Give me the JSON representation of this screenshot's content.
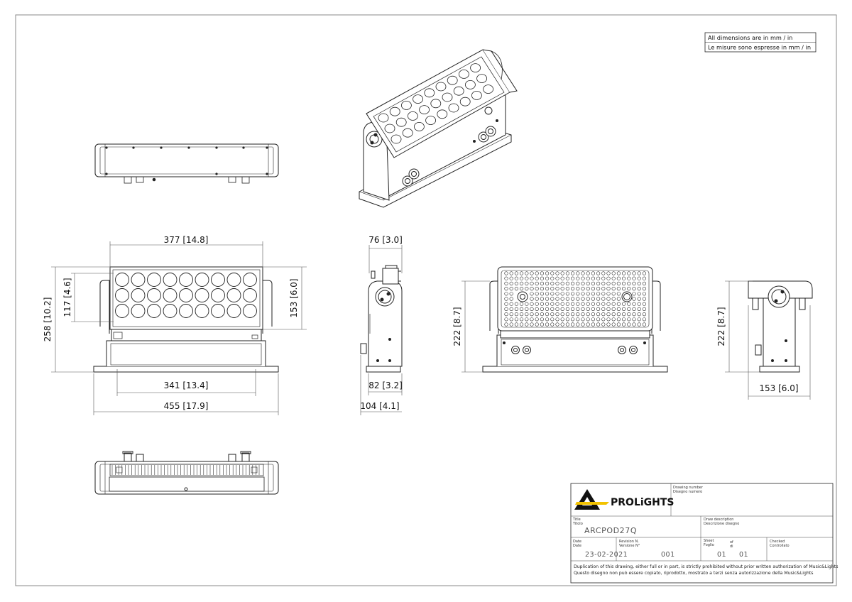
{
  "units_note": {
    "line1": "All dimensions are in mm / in",
    "line2": "Le misure sono espresse in mm / in"
  },
  "dimensions": {
    "front_width": "377 [14.8]",
    "front_lens_height": "117 [4.6]",
    "front_total_height": "258 [10.2]",
    "front_head_height": "153 [6.0]",
    "front_bracket_inner": "341 [13.4]",
    "front_base_width": "455 [17.9]",
    "side_depth": "76 [3.0]",
    "side_bracket_depth": "82 [3.2]",
    "side_base_depth": "104 [4.1]",
    "rear_height": "222 [8.7]",
    "right_height": "222 [8.7]",
    "right_width": "153 [6.0]"
  },
  "title_block": {
    "brand": "PROLiGHTS",
    "drawing_number_label_en": "Drawing number",
    "drawing_number_label_it": "Disegno numero",
    "title_label_en": "Title",
    "title_label_it": "Titolo",
    "title_value": "ARCPOD27Q",
    "description_label_en": "Draw description",
    "description_label_it": "Descrizione disegno",
    "date_label_en": "Date",
    "date_label_it": "Date",
    "date_value": "23-02-2021",
    "revision_label_en": "Revision N.",
    "revision_label_it": "Versione N°",
    "revision_value": "001",
    "sheet_label_en": "Sheet",
    "sheet_label_it": "Foglio",
    "of_label_en": "of",
    "of_label_it": "di",
    "sheet_value": "01",
    "of_value": "01",
    "checked_label_en": "Checked",
    "checked_label_it": "Controllato",
    "copyright_en": "Duplication of this drawing, either full or in part, is strictly prohibited without prior written authorization of Music&Lights",
    "copyright_it": "Questo disegno non può essere copiato, riprodotto, mostrato a terzi senza autorizzazione della Music&Lights"
  }
}
